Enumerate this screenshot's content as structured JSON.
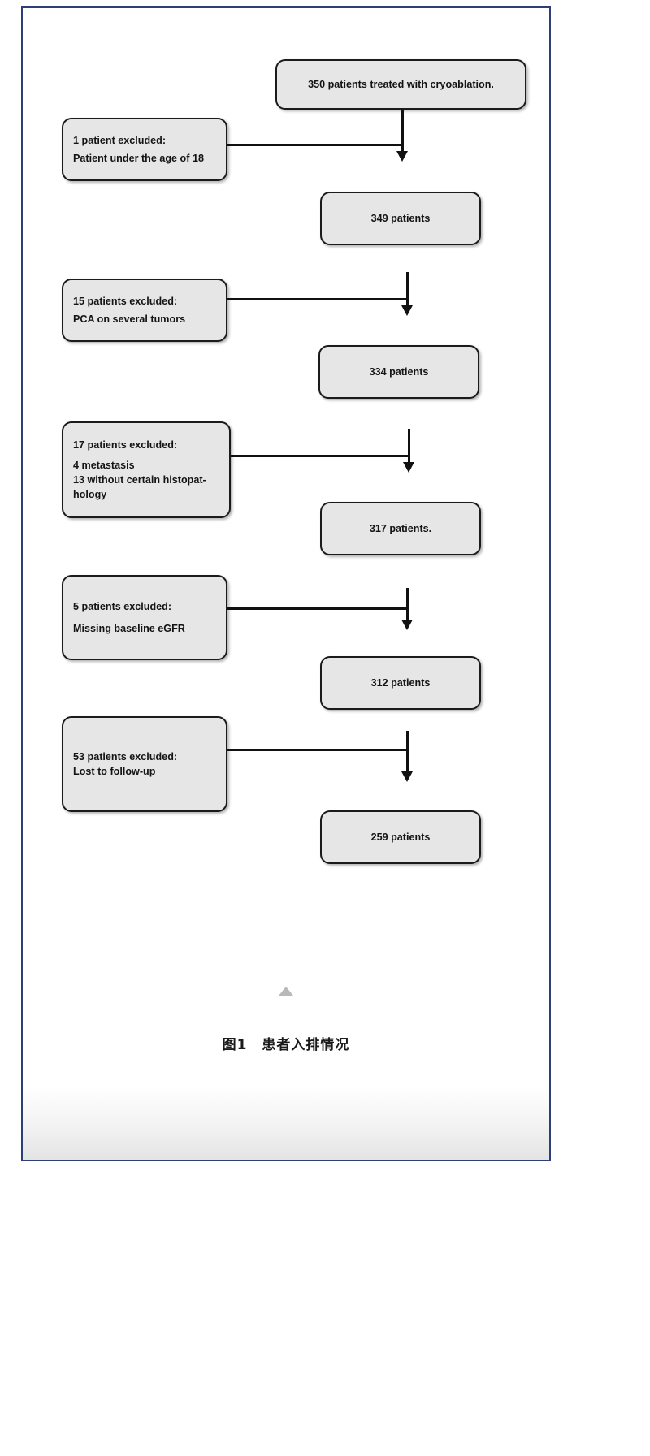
{
  "figure": {
    "caption": "图1　患者入排情况",
    "caption_marker_icon": "triangle-up-icon",
    "border_color": "#2c3f77",
    "node_fill_color": "#e6e6e6",
    "node_border_color": "#1b1b1b",
    "connector_color": "#111111"
  },
  "flowchart": {
    "type": "patient-selection-flow",
    "start_node": {
      "id": "start",
      "lines": [
        "350 patients treated with cryoablation."
      ],
      "count": 350
    },
    "steps": [
      {
        "id": "step-1",
        "exclusion": {
          "id": "exclusion-1",
          "lines": [
            "1 patient excluded:",
            "Patient under the age of 18"
          ],
          "excluded_count": 1,
          "reason": "Patient under the age of 18"
        },
        "result": {
          "id": "result-1",
          "lines": [
            "349 patients"
          ],
          "count": 349
        }
      },
      {
        "id": "step-2",
        "exclusion": {
          "id": "exclusion-2",
          "lines": [
            "15 patients excluded:",
            "PCA on several tumors"
          ],
          "excluded_count": 15,
          "reason": "PCA on several tumors"
        },
        "result": {
          "id": "result-2",
          "lines": [
            "334 patients"
          ],
          "count": 334
        }
      },
      {
        "id": "step-3",
        "exclusion": {
          "id": "exclusion-3",
          "lines": [
            "17 patients excluded:",
            "4 metastasis",
            "13 without certain histopat-",
            "hology"
          ],
          "excluded_count": 17,
          "reason": "4 metastasis; 13 without certain histopathology"
        },
        "result": {
          "id": "result-3",
          "lines": [
            "317 patients."
          ],
          "count": 317
        }
      },
      {
        "id": "step-4",
        "exclusion": {
          "id": "exclusion-4",
          "lines": [
            "5 patients excluded:",
            "Missing baseline eGFR"
          ],
          "excluded_count": 5,
          "reason": "Missing baseline eGFR"
        },
        "result": {
          "id": "result-4",
          "lines": [
            "312 patients"
          ],
          "count": 312
        }
      },
      {
        "id": "step-5",
        "exclusion": {
          "id": "exclusion-5",
          "lines": [
            "53 patients excluded:",
            "Lost to follow-up"
          ],
          "excluded_count": 53,
          "reason": "Lost to follow-up"
        },
        "result": {
          "id": "result-5",
          "lines": [
            "259 patients"
          ],
          "count": 259
        }
      }
    ]
  }
}
